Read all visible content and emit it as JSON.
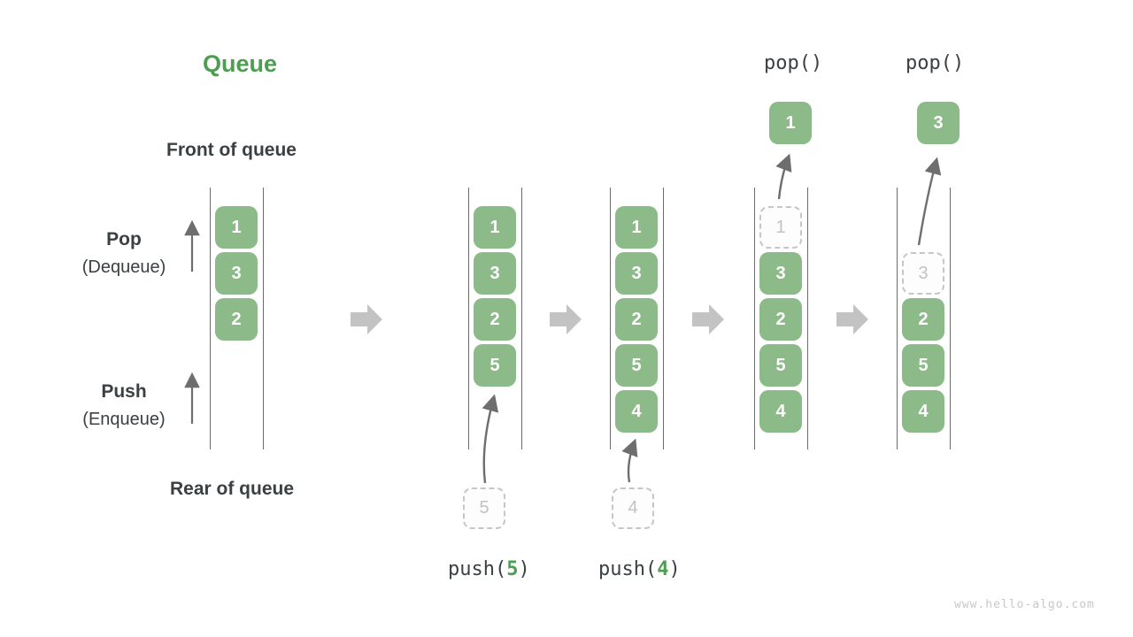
{
  "title": "Queue",
  "labels": {
    "front": "Front of queue",
    "rear": "Rear of queue",
    "pop": "Pop",
    "pop_sub": "(Dequeue)",
    "push": "Push",
    "push_sub": "(Enqueue)"
  },
  "columns": [
    {
      "name": "state-1",
      "boxes": [
        {
          "slot": 0,
          "value": "1",
          "style": "solid"
        },
        {
          "slot": 1,
          "value": "3",
          "style": "solid"
        },
        {
          "slot": 2,
          "value": "2",
          "style": "solid"
        }
      ]
    },
    {
      "name": "state-2",
      "boxes": [
        {
          "slot": 0,
          "value": "1",
          "style": "solid"
        },
        {
          "slot": 1,
          "value": "3",
          "style": "solid"
        },
        {
          "slot": 2,
          "value": "2",
          "style": "solid"
        },
        {
          "slot": 3,
          "value": "5",
          "style": "solid"
        }
      ]
    },
    {
      "name": "state-3",
      "boxes": [
        {
          "slot": 0,
          "value": "1",
          "style": "solid"
        },
        {
          "slot": 1,
          "value": "3",
          "style": "solid"
        },
        {
          "slot": 2,
          "value": "2",
          "style": "solid"
        },
        {
          "slot": 3,
          "value": "5",
          "style": "solid"
        },
        {
          "slot": 4,
          "value": "4",
          "style": "solid"
        }
      ]
    },
    {
      "name": "state-4",
      "boxes": [
        {
          "slot": 0,
          "value": "1",
          "style": "dashed"
        },
        {
          "slot": 1,
          "value": "3",
          "style": "solid"
        },
        {
          "slot": 2,
          "value": "2",
          "style": "solid"
        },
        {
          "slot": 3,
          "value": "5",
          "style": "solid"
        },
        {
          "slot": 4,
          "value": "4",
          "style": "solid"
        }
      ]
    },
    {
      "name": "state-5",
      "boxes": [
        {
          "slot": 1,
          "value": "3",
          "style": "dashed"
        },
        {
          "slot": 2,
          "value": "2",
          "style": "solid"
        },
        {
          "slot": 3,
          "value": "5",
          "style": "solid"
        },
        {
          "slot": 4,
          "value": "4",
          "style": "solid"
        }
      ]
    }
  ],
  "operations": {
    "pops": [
      {
        "label": "pop()",
        "result": "1"
      },
      {
        "label": "pop()",
        "result": "3"
      }
    ],
    "pushes": [
      {
        "prefix": "push(",
        "arg": "5",
        "suffix": ")",
        "staged": "5"
      },
      {
        "prefix": "push(",
        "arg": "4",
        "suffix": ")",
        "staged": "4"
      }
    ]
  },
  "watermark": "www.hello-algo.com",
  "colors": {
    "box_green": "#8CBA88",
    "accent_green": "#4D9E50",
    "dark_text": "#3B4043",
    "block_arrow_gray": "#C3C3C3",
    "wall_gray": "#6B6B6B",
    "dashed_border": "#C6C6C6",
    "dashed_text": "#C2C2C2",
    "thin_arrow": "#6E6E6E",
    "watermark_gray": "#C8C8C8"
  }
}
